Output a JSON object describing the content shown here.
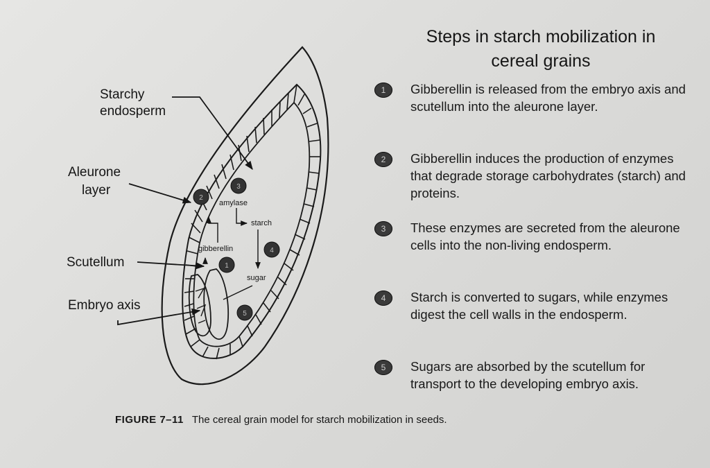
{
  "title": {
    "line1": "Steps in starch mobilization in",
    "line2": "cereal grains"
  },
  "diagram": {
    "labels": {
      "starchy_endosperm_1": "Starchy",
      "starchy_endosperm_2": "endosperm",
      "aleurone_1": "Aleurone",
      "aleurone_2": "layer",
      "scutellum": "Scutellum",
      "embryo_axis": "Embryo axis",
      "amylase": "amylase",
      "starch": "starch",
      "gibberellin": "gibberellin",
      "sugar": "sugar"
    },
    "markers": [
      "1",
      "2",
      "3",
      "4",
      "5"
    ]
  },
  "steps": [
    {
      "num": "1",
      "text": "Gibberellin is released from the embryo axis and scutellum into the aleurone layer."
    },
    {
      "num": "2",
      "text": "Gibberellin induces the production of enzymes that degrade storage carbohydrates (starch) and proteins."
    },
    {
      "num": "3",
      "text": "These enzymes are secreted from the aleurone cells into the non-living endosperm."
    },
    {
      "num": "4",
      "text": "Starch is converted  to sugars, while enzymes digest the cell walls in the endosperm."
    },
    {
      "num": "5",
      "text": "Sugars are absorbed by the scutellum for transport to the developing embryo axis."
    }
  ],
  "caption": {
    "figure": "FIGURE 7–11",
    "text": "The cereal grain model for starch mobilization in seeds."
  }
}
